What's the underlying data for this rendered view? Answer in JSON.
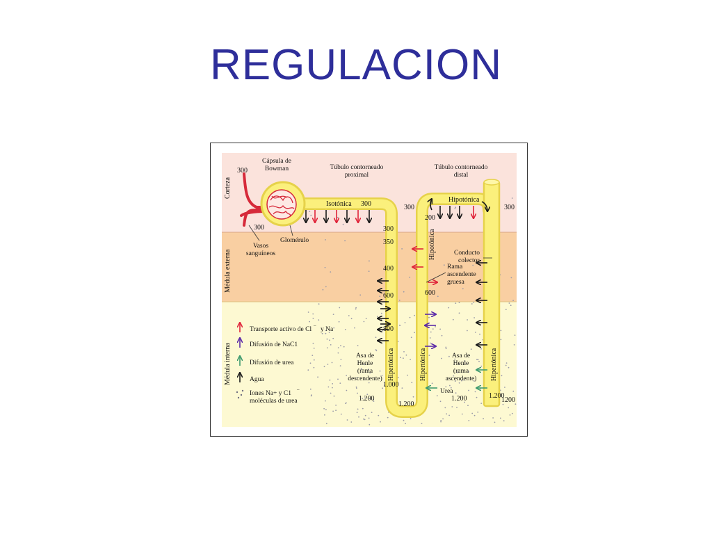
{
  "slide": {
    "title": "REGULACION"
  },
  "zones": {
    "cortex": "Corteza",
    "outer_medulla": "Médula externa",
    "inner_medulla": "Médula interna"
  },
  "structures": {
    "bowman_1": "Cápsula de",
    "bowman_2": "Bowman",
    "proximal_1": "Túbulo contorneado",
    "proximal_2": "proximal",
    "distal_1": "Túbulo contorneado",
    "distal_2": "distal",
    "glomerulus": "Glomérulo",
    "vessels_1": "Vasos",
    "vessels_2": "sanguíneos",
    "collector_1": "Conducto",
    "collector_2": "colector",
    "thick_1": "Rama",
    "thick_2": "ascendente",
    "thick_3": "gruesa",
    "desc_1": "Asa de",
    "desc_2": "Henle",
    "desc_3": "(rama",
    "desc_4": "descendente)",
    "asc_1": "Asa de",
    "asc_2": "Henle",
    "asc_3": "(rama",
    "asc_4": "ascendente)",
    "urea": "Urea"
  },
  "states": {
    "isotonic": "Isotónica",
    "hypotonic_top": "Hipotónica",
    "hypotonic_side": "Hipotónica",
    "hyper_desc": "Hipertónica",
    "hyper_asc": "Hipertónica",
    "hyper_coll": "Hipertónica"
  },
  "values": {
    "v300_vessel": "300",
    "v300_glom": "300",
    "v300_prox": "300",
    "v300_mid": "300",
    "v300_right": "300",
    "v300_desc": "300",
    "v200": "200",
    "v350": "350",
    "v400": "400",
    "v600_desc": "600",
    "v600_asc": "600",
    "v800": "800",
    "v1000": "1.000",
    "v1200_left": "1.200",
    "v1200_bottom": "1.200",
    "v1200_asc": "1.200",
    "v1200_coll": "1.200",
    "v1200_edge": "1200"
  },
  "legend": {
    "active": "Transporte activo de Cl",
    "active_tail": "y Na",
    "active_sup": "–",
    "nacl": "Difusión de NaC1",
    "urea": "Difusión de urea",
    "water": "Agua",
    "ions_1": "Iones Na+ y C1",
    "ions_sup": "–",
    "ions_2": "moléculas de urea"
  },
  "colors": {
    "title": "#2e2e9a",
    "cortex": "#fbe3dc",
    "outer_medulla": "#f9cfa2",
    "inner_medulla": "#fdf9d2",
    "tubule": "#fbf07c",
    "tubule_edge": "#e6d24a",
    "active": "#e0243a",
    "nacl": "#5b2aa8",
    "urea": "#3e9a6e",
    "water": "#1a1a1a"
  }
}
